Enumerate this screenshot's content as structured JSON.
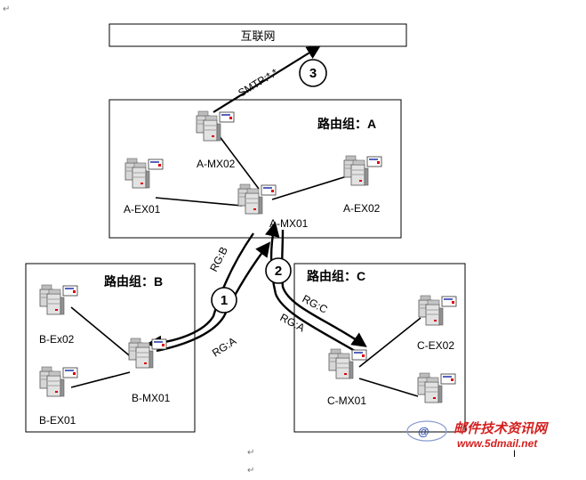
{
  "internet": {
    "label": "互联网"
  },
  "groups": {
    "a": {
      "label": "路由组：A"
    },
    "b": {
      "label": "路由组：B"
    },
    "c": {
      "label": "路由组：C"
    }
  },
  "servers": {
    "a_mx02": "A-MX02",
    "a_ex01": "A-EX01",
    "a_mx01": "A-MX01",
    "a_ex02": "A-EX02",
    "b_ex02": "B-Ex02",
    "b_ex01": "B-EX01",
    "b_mx01": "B-MX01",
    "c_mx01": "C-MX01",
    "c_ex02": "C-EX02"
  },
  "flows": {
    "smtp": "SMTP:*.*",
    "rg_b": "RG:B",
    "rg_a_left": "RG:A",
    "rg_c": "RG:C",
    "rg_a_right": "RG:A"
  },
  "steps": {
    "one": "1",
    "two": "2",
    "three": "3"
  },
  "watermark": {
    "title": "邮件技术资讯网",
    "url": "www.5dmail.net"
  },
  "marks": {
    "para": "↵",
    "cursor": "I"
  }
}
